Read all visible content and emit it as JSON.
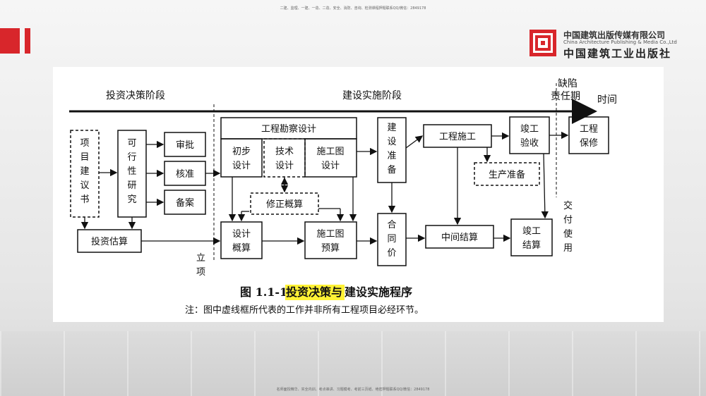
{
  "header": {
    "top_note": "二建、监理、一建、一造、二造、安全、消防、咨询、检测课程押题联系QQ/微信：2849178",
    "bottom_note": "名师面授精华、实全内训、考点串讲、习题模考、考前三页纸、绝密押题联系QQ/微信：2849178"
  },
  "logo": {
    "name_cn": "中国建筑出版传媒有限公司",
    "name_en": "China Architecture Publishing & Media Co.,Ltd",
    "name_calligraphy": "中国建筑工业出版社",
    "icon": "building-logo-icon"
  },
  "colors": {
    "accent": "#d8262b",
    "highlight": "#fff235"
  },
  "diagram": {
    "phase_decision": "投资决策阶段",
    "phase_implement": "建设实施阶段",
    "phase_defect": [
      "缺陷",
      "责任期"
    ],
    "time_label": "时间",
    "nodes": {
      "proposal": [
        "项",
        "目",
        "建",
        "议",
        "书"
      ],
      "feasibility": [
        "可",
        "行",
        "性",
        "研",
        "究"
      ],
      "approve": "审批",
      "verify": "核准",
      "record": "备案",
      "estimate": "投资估算",
      "survey_design": "工程勘察设计",
      "prelim_design": [
        "初步",
        "设计"
      ],
      "tech_design": [
        "技术",
        "设计"
      ],
      "construction_drawing_design": [
        "施工图",
        "设计"
      ],
      "revised_budget": "修正概算",
      "design_budget": [
        "设计",
        "概算"
      ],
      "drawing_budget": [
        "施工图",
        "预算"
      ],
      "construction_prep": [
        "建",
        "设",
        "准",
        "备"
      ],
      "contract_price": [
        "合",
        "同",
        "价"
      ],
      "construction": "工程施工",
      "production_prep": "生产准备",
      "interim_settlement": "中间结算",
      "acceptance": [
        "竣工",
        "验收"
      ],
      "final_settlement": [
        "竣工",
        "结算"
      ],
      "warranty": [
        "工程",
        "保修"
      ]
    },
    "label_project_approval": [
      "立",
      "项"
    ],
    "label_handover": [
      "交",
      "付",
      "使",
      "用"
    ],
    "caption_prefix": "图 1.1-1 ",
    "caption_highlight": "投资决策与",
    "caption_rest": "建设实施程序",
    "note": "注：图中虚线框所代表的工作并非所有工程项目必经环节。"
  }
}
